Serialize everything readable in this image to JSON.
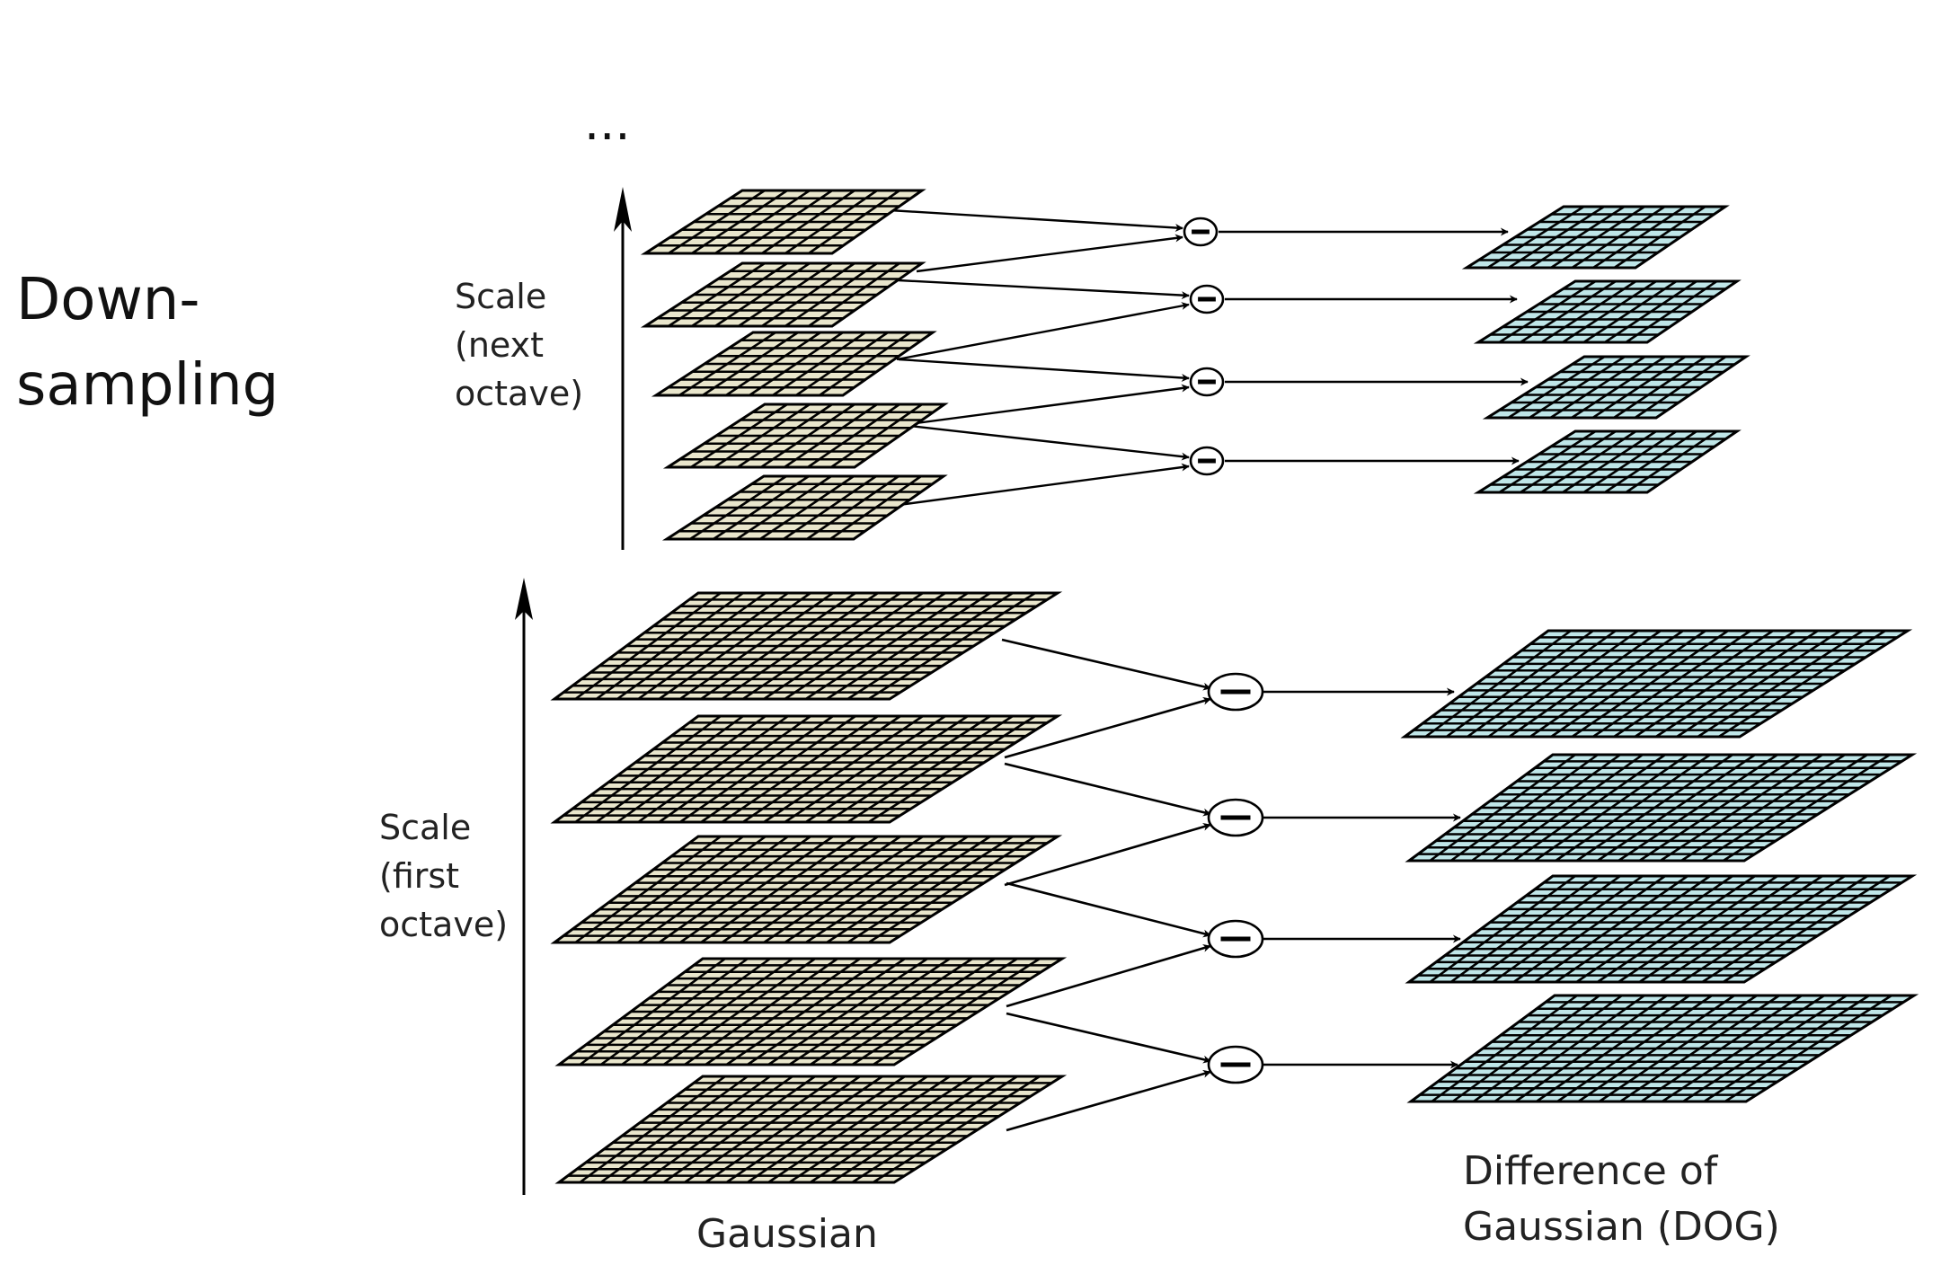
{
  "side_label": {
    "line1": "Down-",
    "line2": "sampling"
  },
  "ellipsis": "...",
  "next_octave": {
    "axis_label": [
      "Scale",
      "(next",
      "octave)"
    ],
    "gaussian_levels": 5,
    "dog_levels": 4,
    "grid": 8
  },
  "first_octave": {
    "axis_label": [
      "Scale",
      "(first",
      "octave)"
    ],
    "gaussian_levels": 5,
    "dog_levels": 4,
    "grid": 16
  },
  "operator_symbol": "−",
  "gaussian_caption": "Gaussian",
  "dog_caption": [
    "Difference of",
    "Gaussian (DOG)"
  ],
  "colors": {
    "gaussian_fill": "#E9E6CC",
    "dog_fill": "#BFE6E8",
    "grid_line": "#000000"
  }
}
